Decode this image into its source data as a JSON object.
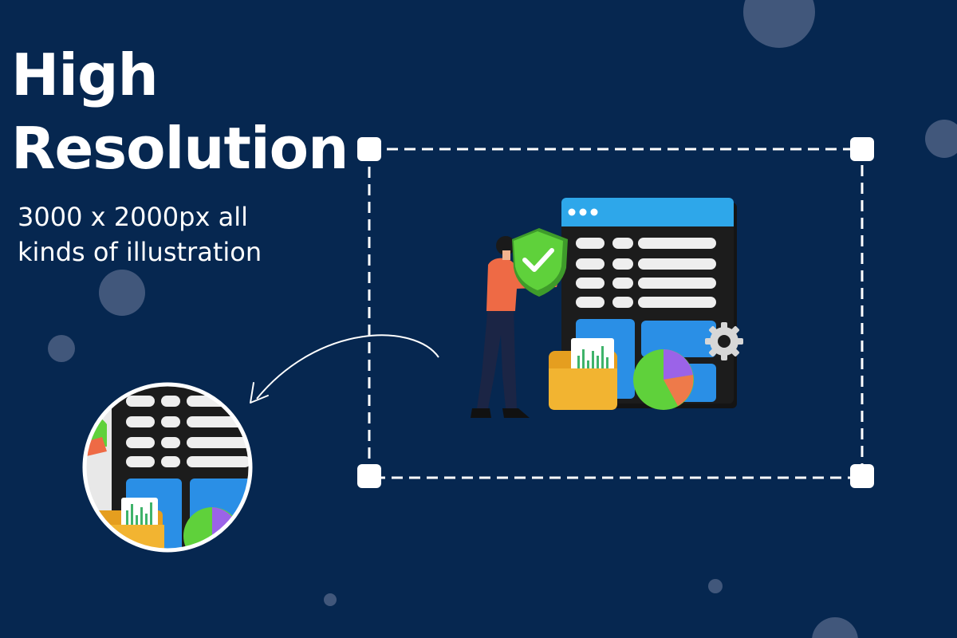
{
  "heading": {
    "line1": "High",
    "line2": "Resolution"
  },
  "subheading": {
    "line1": "3000 x 2000px all",
    "line2": "kinds of illustration"
  },
  "colors": {
    "background": "#062750",
    "decorative_dot": "#55688a",
    "window_bar": "#2ea7ea",
    "screen": "#1c1c1c",
    "panel": "#2a8fe6",
    "shield": "#5fd13b",
    "shirt": "#ee6a45",
    "folder": "#f2b431",
    "pie_green": "#5fd13b",
    "pie_purple": "#9b63e8",
    "pie_orange": "#ee7a4a"
  }
}
